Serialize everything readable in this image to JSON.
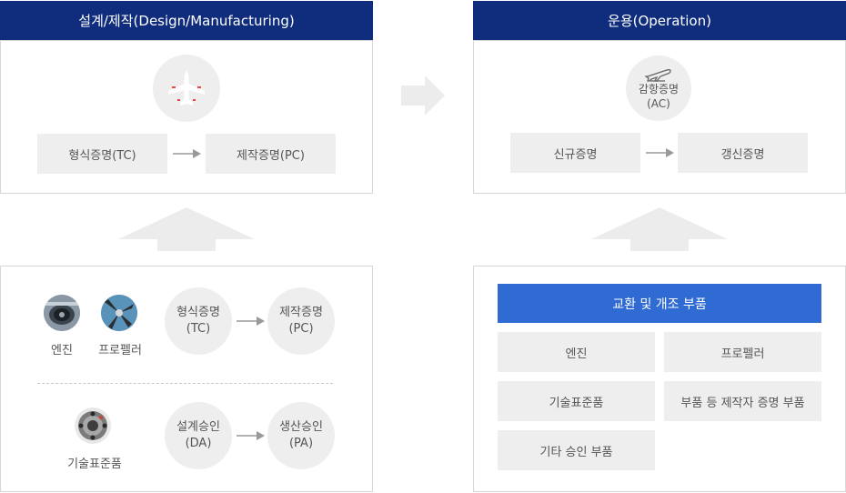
{
  "design": {
    "title": "설계/제작(Design/Manufacturing)",
    "tc_label": "형식증명(TC)",
    "pc_label": "제작증명(PC)"
  },
  "operation": {
    "title": "운용(Operation)",
    "ac_line1": "감항증명",
    "ac_line2": "(AC)",
    "new_label": "신규증명",
    "renew_label": "갱신증명"
  },
  "parts": {
    "engine_label": "엔진",
    "propeller_label": "프로펠러",
    "tso_label": "기술표준품",
    "tc_line1": "형식증명",
    "tc_line2": "(TC)",
    "pc_line1": "제작증명",
    "pc_line2": "(PC)",
    "da_line1": "설계승인",
    "da_line2": "(DA)",
    "pa_line1": "생산승인",
    "pa_line2": "(PA)"
  },
  "replacement": {
    "title": "교환 및 개조 부품",
    "items": [
      "엔진",
      "프로펠러",
      "기술표준품",
      "부품 등 제작자 증명 부품",
      "기타 승인 부품"
    ]
  },
  "colors": {
    "header": "#0f2d7c",
    "accent": "#2f6bd3",
    "box": "#eeeeee",
    "arrow": "#ececec"
  }
}
